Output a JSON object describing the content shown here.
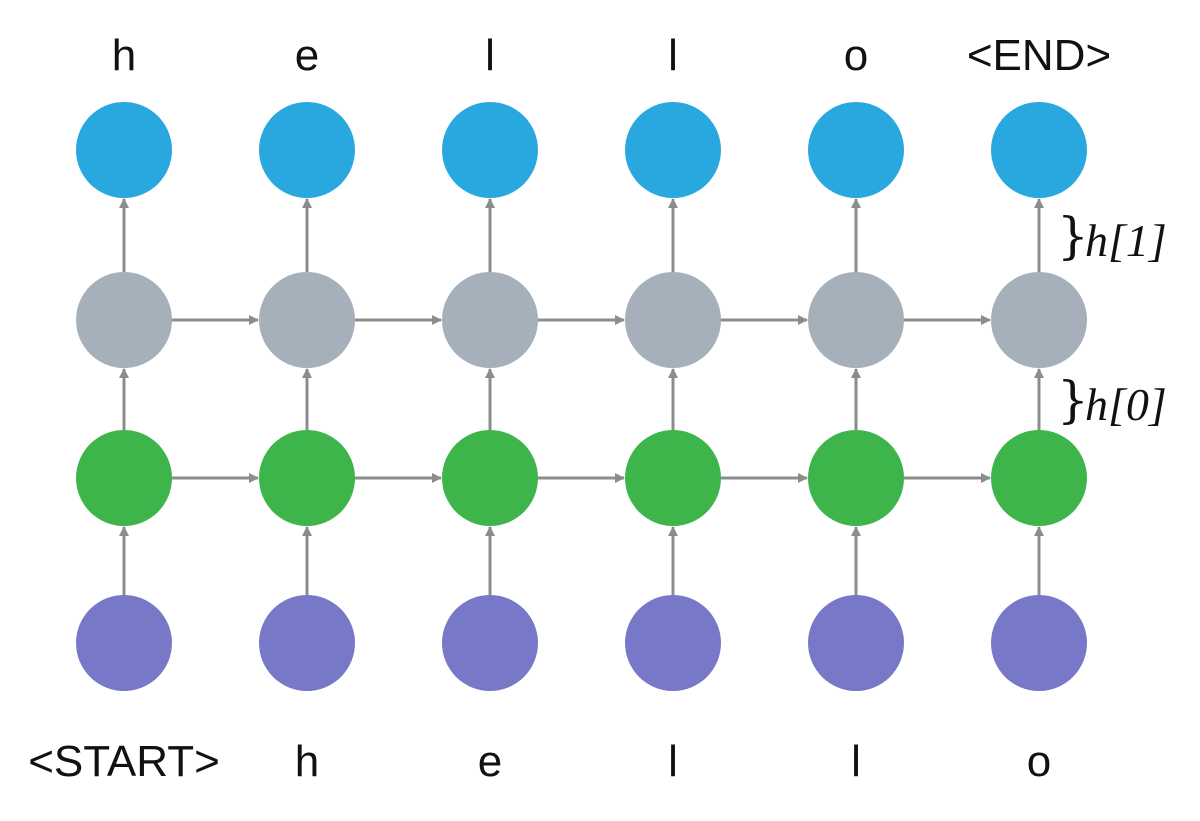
{
  "colors": {
    "output": "#29a8e0",
    "hidden1": "#a5b0ba",
    "hidden0": "#3db54a",
    "input": "#7878c8",
    "arrow": "#8c8c8c"
  },
  "output_tokens": [
    "h",
    "e",
    "l",
    "l",
    "o",
    "<END>"
  ],
  "input_tokens": [
    "<START>",
    "h",
    "e",
    "l",
    "l",
    "o"
  ],
  "state_labels": {
    "h1": "h[1]",
    "h0": "h[0]"
  },
  "brace_glyph": "}"
}
